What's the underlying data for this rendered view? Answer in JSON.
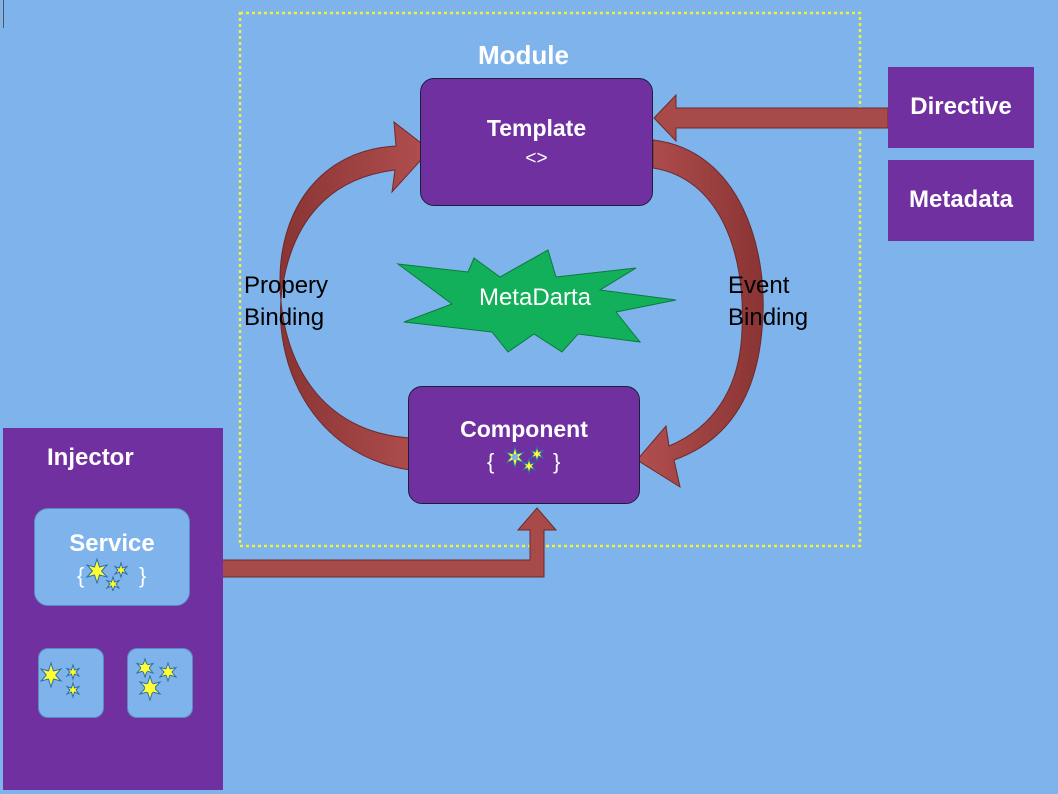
{
  "module": {
    "title": "Module"
  },
  "template": {
    "label": "Template",
    "symbol": "<>"
  },
  "component": {
    "label": "Component",
    "brace_open": "{",
    "brace_close": "}"
  },
  "directive": {
    "label": "Directive"
  },
  "metadata": {
    "label": "Metadata"
  },
  "property_binding": {
    "line1": "Propery",
    "line2": "Binding"
  },
  "event_binding": {
    "line1": "Event",
    "line2": "Binding"
  },
  "center_burst": {
    "label": "MetaDarta"
  },
  "injector": {
    "label": "Injector",
    "service": {
      "label": "Service",
      "brace_open": "{",
      "brace_close": "}"
    }
  },
  "colors": {
    "background": "#7fb3ec",
    "box_purple": "#7030a0",
    "arrow_red": "#a84a4a",
    "burst_green": "#12b05a",
    "module_border": "#f0f040",
    "star_yellow": "#ffff33"
  },
  "icons": [
    "star-cluster-icon"
  ]
}
